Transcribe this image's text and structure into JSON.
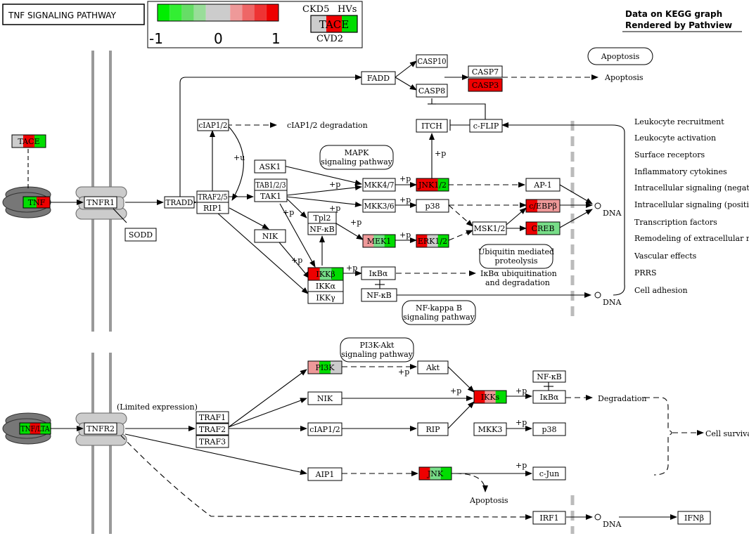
{
  "title": "TNF SIGNALING PATHWAY",
  "header": {
    "line1": "Data on KEGG graph",
    "line2": "Rendered by Pathview"
  },
  "legend": {
    "scale_colors": [
      "#00ee00",
      "#33ee33",
      "#66dd66",
      "#99dd99",
      "#cccccc",
      "#cccccc",
      "#ee9999",
      "#ee6666",
      "#ee3333",
      "#ee0000"
    ],
    "min_label": "-1",
    "mid_label": "0",
    "max_label": "1",
    "sample_top_left": "CKD5",
    "sample_top_right": "HVs",
    "sample_bottom": "CVD2",
    "example_gene": "TACE"
  },
  "nodes": {
    "tace_left": "TACE",
    "tnf": "TNF",
    "tnfr1": "TNFR1",
    "sodd": "SODD",
    "tradd": "TRADD",
    "traf25": "TRAF2/5",
    "rip1": "RIP1",
    "ciap12_top": "cIAP1/2",
    "ask1": "ASK1",
    "tab123": "TAB1/2/3",
    "tak1": "TAK1",
    "nik_top": "NIK",
    "tpl2": "Tpl2",
    "nfkb_tpl": "NF-κB",
    "mkk47": "MKK4/7",
    "mkk36": "MKK3/6",
    "mek1": "MEK1",
    "jnk12": "JNK1/2",
    "p38_top": "p38",
    "erk12": "ERK1/2",
    "msk12": "MSK1/2",
    "ap1": "AP-1",
    "cebpb": "c/EBPβ",
    "creb": "CREB",
    "fadd": "FADD",
    "casp10": "CASP10",
    "casp8": "CASP8",
    "casp7": "CASP7",
    "casp3": "CASP3",
    "itch": "ITCH",
    "cflip": "c-FLIP",
    "ikkb": "IKKβ",
    "ikka": "IKKα",
    "ikkg": "IKKγ",
    "ikba_top": "IκBα",
    "nfkb_mid": "NF-κB",
    "tnflta": "TNF/LTA",
    "tnfr2": "TNFR2",
    "traf1": "TRAF1",
    "traf2": "TRAF2",
    "traf3": "TRAF3",
    "pi3k": "PI3K",
    "nik_bot": "NIK",
    "ciap12_bot": "cIAP1/2",
    "aip1": "AIP1",
    "akt": "Akt",
    "rip": "RIP",
    "ikks": "IKKs",
    "mkk3": "MKK3",
    "p38_bot": "p38",
    "nfkb_bot": "NF-κB",
    "ikba_bot": "IκBα",
    "jnk": "JNK",
    "cjun": "c-Jun",
    "irf1": "IRF1",
    "ifnb": "IFNβ"
  },
  "pathways": {
    "apoptosis": "Apoptosis",
    "mapk_1": "MAPK",
    "mapk_2": "signaling pathway",
    "ubi_1": "Ubiquitin mediated",
    "ubi_2": "proteolysis",
    "nfkb_1": "NF-kappa B",
    "nfkb_2": "signaling pathway",
    "pi3k_1": "PI3K-Akt",
    "pi3k_2": "signaling pathway"
  },
  "texts": {
    "apoptosis_out": "Apoptosis",
    "ciap_deg": "cIAP1/2 degradation",
    "ikba_ubi_1": "IκBα ubiquitination",
    "ikba_ubi_2": "and degradation",
    "dna1": "DNA",
    "dna2": "DNA",
    "dna3": "DNA",
    "limited": "(Limited expression)",
    "degradation": "Degradation",
    "cell_survival": "Cell survival",
    "apoptosis_bot": "Apoptosis",
    "plus_u": "+u",
    "plus_p": "+p"
  },
  "outputs": [
    "Leukocyte recruitment",
    "Leukocyte activation",
    "Surface receptors",
    "Inflammatory cytokines",
    "Intracellular signaling (negative)",
    "Intracellular signaling (positive)",
    "Transcription factors",
    "Remodeling of extracellular matrix",
    "Vascular effects",
    "PRRS",
    "Cell adhesion"
  ],
  "colors": {
    "red": "#ee0000",
    "green": "#00dd00",
    "pink": "#ee9999",
    "lightgreen": "#77dd88",
    "grey": "#cccccc",
    "white": "#ffffff",
    "membrane": "#999999"
  }
}
